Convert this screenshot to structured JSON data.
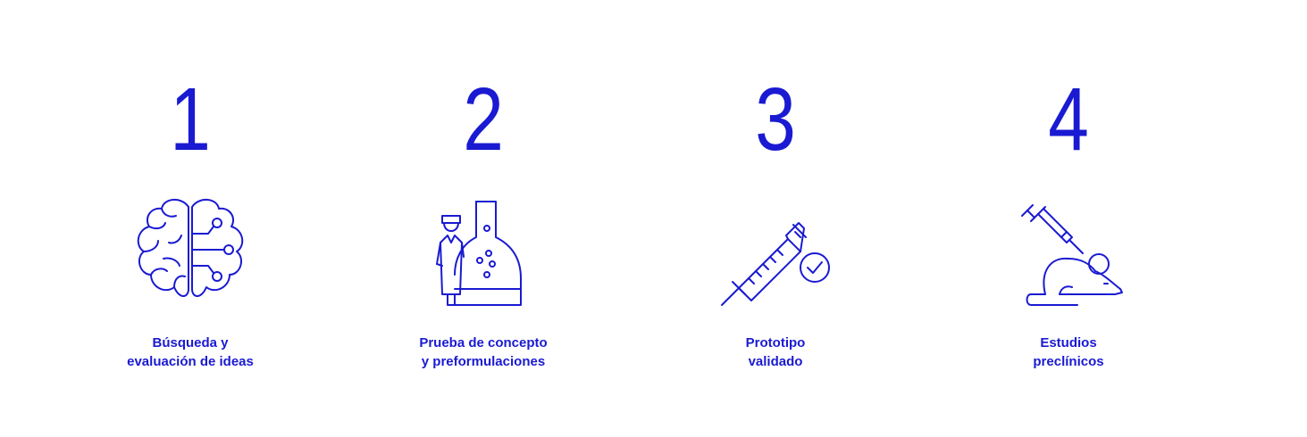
{
  "accent_color": "#1a1ad2",
  "steps": [
    {
      "number": "1",
      "icon": "brain-circuit-icon",
      "label_line1": "Búsqueda y",
      "label_line2": "evaluación de ideas"
    },
    {
      "number": "2",
      "icon": "scientist-flask-icon",
      "label_line1": "Prueba de concepto",
      "label_line2": "y preformulaciones"
    },
    {
      "number": "3",
      "icon": "syringe-check-icon",
      "label_line1": "Prototipo",
      "label_line2": "validado"
    },
    {
      "number": "4",
      "icon": "syringe-mouse-icon",
      "label_line1": "Estudios",
      "label_line2": "preclínicos"
    }
  ]
}
